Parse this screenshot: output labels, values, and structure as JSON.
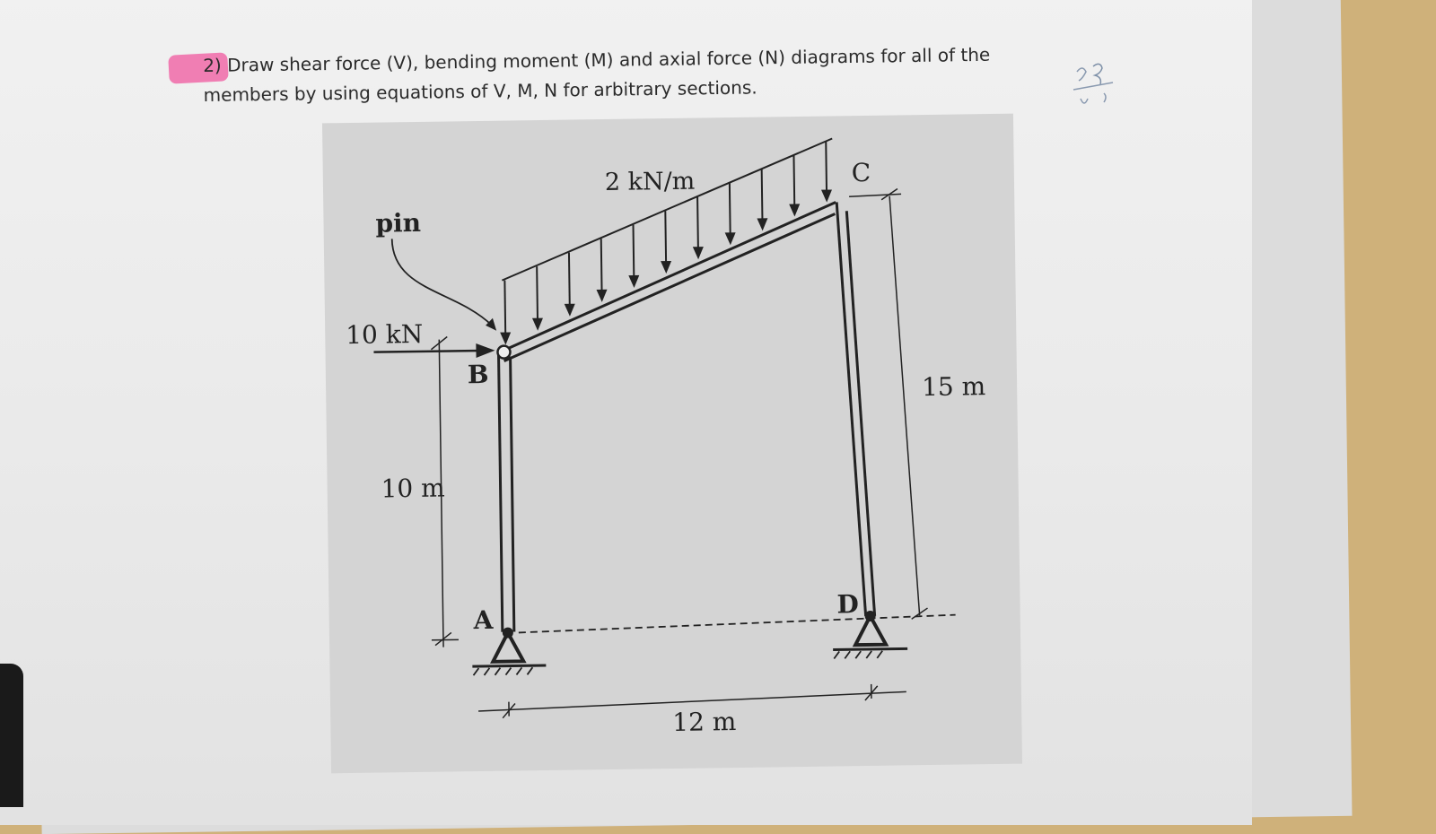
{
  "question": {
    "line1": "2) Draw shear force (V), bending moment (M) and axial force (N) diagrams for all of the",
    "line2": "members by using equations of V, M, N for arbitrary sections."
  },
  "figure": {
    "load_label": "2 kN/m",
    "pin_label": "pin",
    "force_label": "10 kN",
    "label_A": "A",
    "label_B": "B",
    "label_C": "C",
    "label_D": "D",
    "dim_left": "10 m",
    "dim_right": "15 m",
    "dim_bottom": "12 m"
  },
  "colors": {
    "highlight": "#f06aa8",
    "ink": "#222222",
    "paper": "#eeeeee"
  }
}
